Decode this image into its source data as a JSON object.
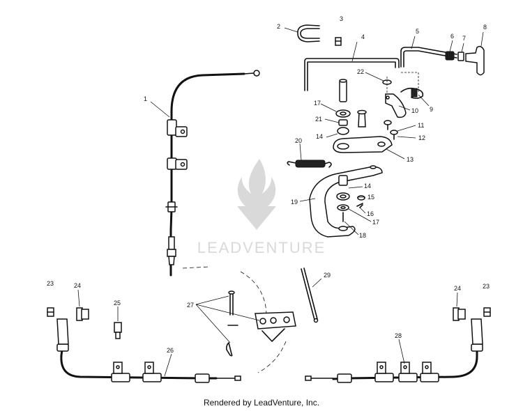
{
  "watermark": {
    "brand": "LEADVENTURE",
    "logo_icon": "flame-v-logo-icon"
  },
  "callouts": [
    {
      "id": "c1",
      "label": "1"
    },
    {
      "id": "c2",
      "label": "2"
    },
    {
      "id": "c3",
      "label": "3"
    },
    {
      "id": "c4",
      "label": "4"
    },
    {
      "id": "c5",
      "label": "5"
    },
    {
      "id": "c6",
      "label": "6"
    },
    {
      "id": "c7",
      "label": "7"
    },
    {
      "id": "c8",
      "label": "8"
    },
    {
      "id": "c9",
      "label": "9"
    },
    {
      "id": "c10",
      "label": "10"
    },
    {
      "id": "c11",
      "label": "11"
    },
    {
      "id": "c12",
      "label": "12"
    },
    {
      "id": "c13",
      "label": "13"
    },
    {
      "id": "c14a",
      "label": "14"
    },
    {
      "id": "c14b",
      "label": "14"
    },
    {
      "id": "c15",
      "label": "15"
    },
    {
      "id": "c16",
      "label": "16"
    },
    {
      "id": "c17a",
      "label": "17"
    },
    {
      "id": "c17b",
      "label": "17"
    },
    {
      "id": "c18",
      "label": "18"
    },
    {
      "id": "c19",
      "label": "19"
    },
    {
      "id": "c20",
      "label": "20"
    },
    {
      "id": "c21",
      "label": "21"
    },
    {
      "id": "c22",
      "label": "22"
    },
    {
      "id": "c23a",
      "label": "23"
    },
    {
      "id": "c23b",
      "label": "23"
    },
    {
      "id": "c24a",
      "label": "24"
    },
    {
      "id": "c24b",
      "label": "24"
    },
    {
      "id": "c25",
      "label": "25"
    },
    {
      "id": "c26",
      "label": "26"
    },
    {
      "id": "c27",
      "label": "27"
    },
    {
      "id": "c28",
      "label": "28"
    },
    {
      "id": "c29",
      "label": "29"
    }
  ],
  "footer": {
    "text": "Rendered by LeadVenture, Inc."
  }
}
